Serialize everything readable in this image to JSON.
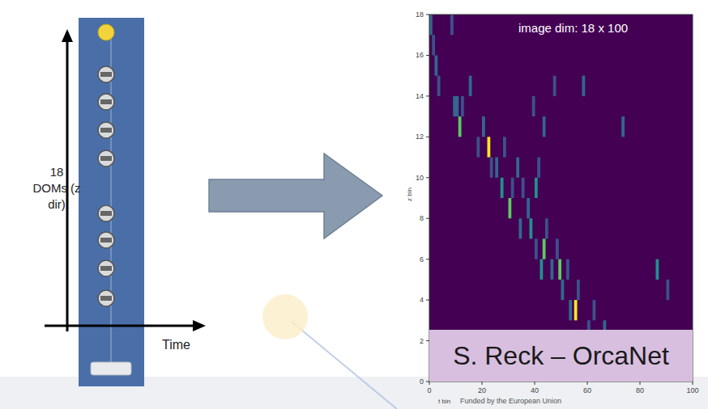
{
  "diagram": {
    "nodes": [
      {
        "text": [
          "S. Reck – OrcaNet"
        ]
      }
    ],
    "labels": [
      "18 DOMs (z dir)",
      "Time",
      "image dim: 18 x 100",
      "0",
      "2",
      "4",
      "6",
      "8",
      "10",
      "12",
      "14",
      "16",
      "18",
      "0",
      "20",
      "40",
      "60",
      "80",
      "100",
      "z bin",
      "t bin",
      "Funded by the European Union"
    ]
  }
}
